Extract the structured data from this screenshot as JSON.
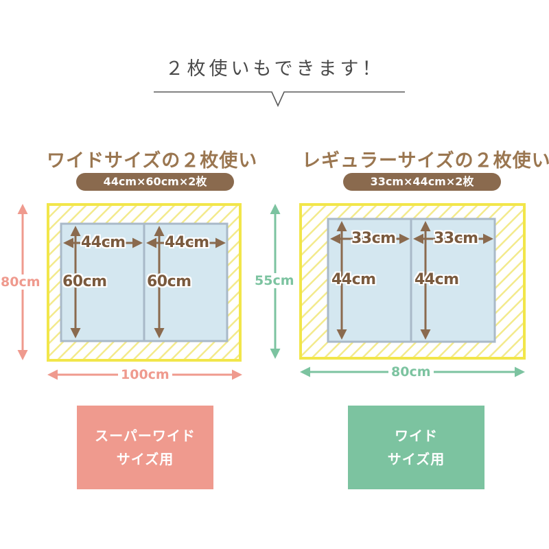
{
  "headline": "２枚使いもできます！",
  "colors": {
    "frame_yellow": "#f2e64a",
    "hatch": "#f3ea8c",
    "panel_blue": "#d4e7f0",
    "panel_border": "#a9b9c8",
    "arrow_brown": "#8a6a4e",
    "pink": "#ef9a8e",
    "green": "#7cc3a0",
    "pill_brown": "#8a6a4e",
    "divider": "#5a5a5a"
  },
  "left": {
    "title": "ワイドサイズの２枚使い",
    "pill": "44cm×60cm×2枚",
    "panel_width_label": "44cm",
    "panel_height_label": "60cm",
    "outer_height_label": "80cm",
    "outer_width_label": "100cm",
    "button_line1": "スーパーワイド",
    "button_line2": "サイズ用"
  },
  "right": {
    "title": "レギュラーサイズの２枚使い",
    "pill": "33cm×44cm×2枚",
    "panel_width_label": "33cm",
    "panel_height_label": "44cm",
    "outer_height_label": "55cm",
    "outer_width_label": "80cm",
    "button_line1": "ワイド",
    "button_line2": "サイズ用"
  }
}
